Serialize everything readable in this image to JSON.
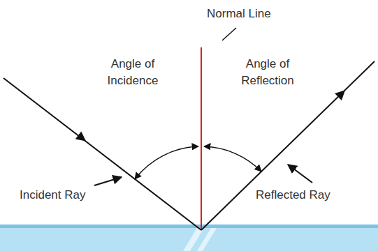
{
  "diagram": {
    "labels": [
      "Normal Line",
      "Angle of Incidence",
      "Angle of Reflection",
      "Incident Ray",
      "Reflected Ray"
    ]
  }
}
